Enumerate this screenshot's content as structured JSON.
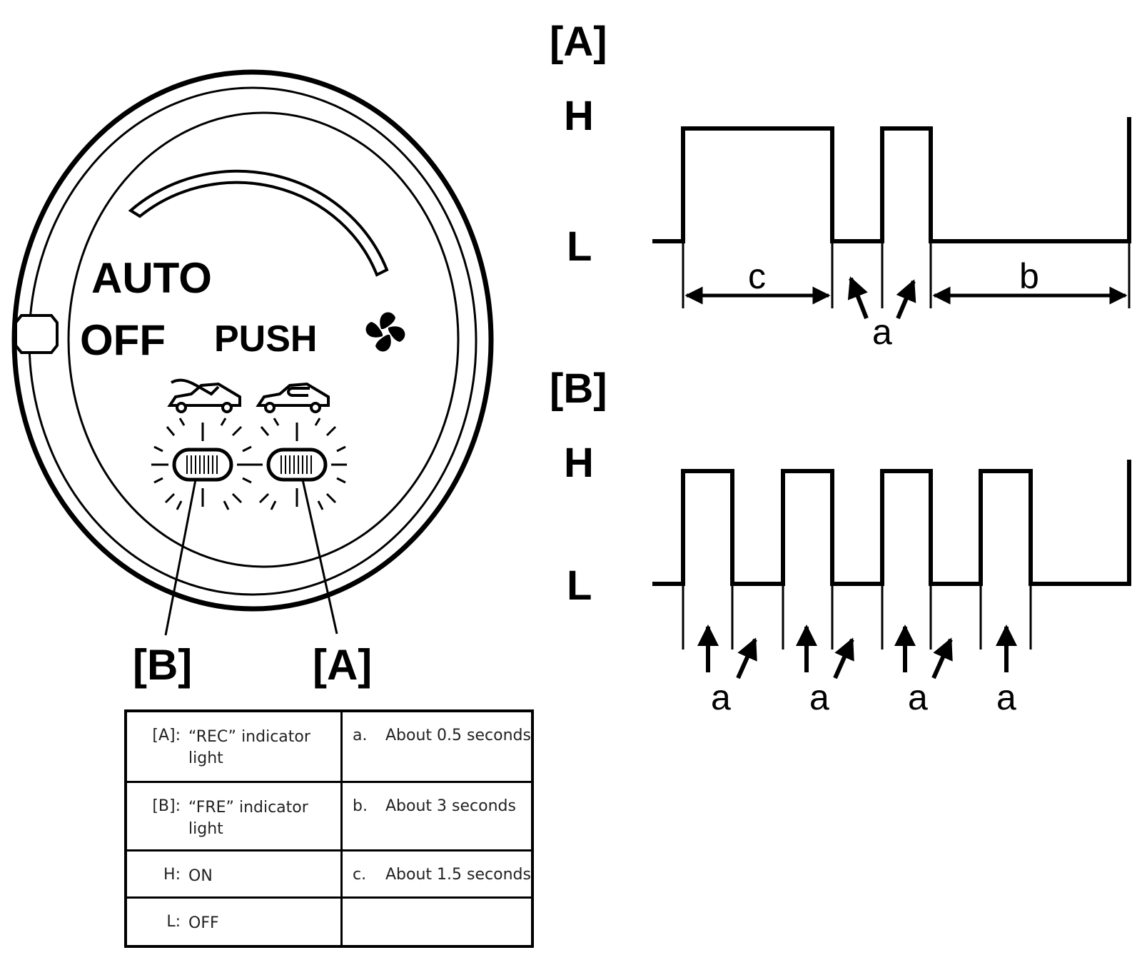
{
  "dial": {
    "auto_label": "AUTO",
    "off_label": "OFF",
    "push_label": "PUSH",
    "fan_icon": "fan-icon",
    "fresh_air_icon": "fresh-air-car-icon",
    "recirc_icon": "recirculation-car-icon",
    "callout_b": "[B]",
    "callout_a": "[A]"
  },
  "waveform_a": {
    "title": "[A]",
    "h_label": "H",
    "l_label": "L",
    "c_label": "c",
    "a_label": "a",
    "b_label": "b"
  },
  "waveform_b": {
    "title": "[B]",
    "h_label": "H",
    "l_label": "L",
    "a_labels": [
      "a",
      "a",
      "a",
      "a"
    ]
  },
  "legend": {
    "rows": [
      {
        "key": "[A]:",
        "desc": "“REC” indicator light",
        "rkey": "a.",
        "rdesc": "About 0.5 seconds"
      },
      {
        "key": "[B]:",
        "desc": "“FRE” indicator light",
        "rkey": "b.",
        "rdesc": "About 3 seconds"
      },
      {
        "key": "H:",
        "desc": "ON",
        "rkey": "c.",
        "rdesc": "About 1.5 seconds"
      },
      {
        "key": "L:",
        "desc": "OFF",
        "rkey": "",
        "rdesc": ""
      }
    ]
  }
}
